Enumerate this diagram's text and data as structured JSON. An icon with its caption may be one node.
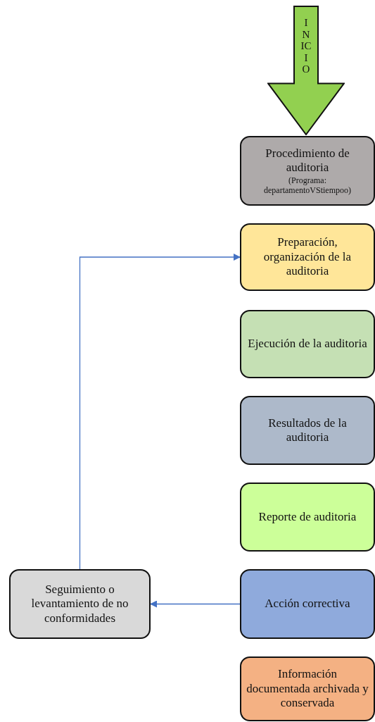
{
  "diagram": {
    "nodes": [
      {
        "text": [
          "INICIO"
        ]
      },
      {
        "text": [
          "Procedimiento de auditoria",
          "(Programa: departamentoVStiempoo)"
        ]
      },
      {
        "text": [
          "Preparación, organización de la auditoria"
        ]
      },
      {
        "text": [
          "Ejecución de la auditoria"
        ]
      },
      {
        "text": [
          "Resultados de la auditoria"
        ]
      },
      {
        "text": [
          "Reporte de auditoria"
        ]
      },
      {
        "text": [
          "Acción correctiva"
        ]
      },
      {
        "text": [
          "Seguimiento o levantamiento de no conformidades"
        ]
      },
      {
        "text": [
          "Información documentada archivada y conservada"
        ]
      }
    ],
    "edges": [
      {
        "from": 6,
        "to": 7,
        "arrow": "to"
      },
      {
        "from": 7,
        "to": 2,
        "arrow": "to"
      }
    ]
  }
}
